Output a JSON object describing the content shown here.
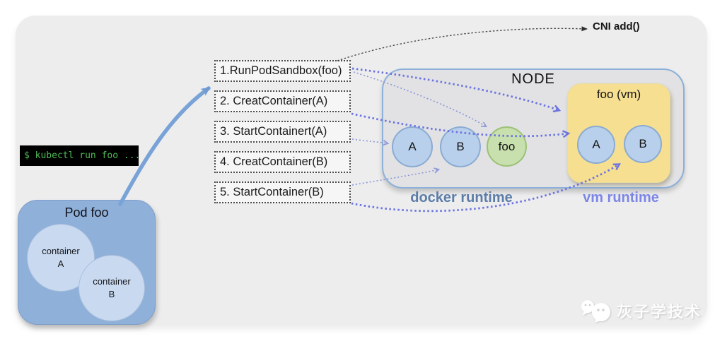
{
  "cni": {
    "label": "CNI add()"
  },
  "terminal": {
    "command": "$ kubectl run foo ...",
    "text_color": "#4fbb55",
    "bg_color": "#000000"
  },
  "steps": [
    {
      "label": "1.RunPodSandbox(foo)"
    },
    {
      "label": "2. CreatContainer(A)"
    },
    {
      "label": "3. StartContainert(A)"
    },
    {
      "label": "4. CreatContainer(B)"
    },
    {
      "label": "5. StartContainer(B)"
    }
  ],
  "pod": {
    "title": "Pod foo",
    "containers": [
      {
        "line1": "container",
        "line2": "A"
      },
      {
        "line1": "container",
        "line2": "B"
      }
    ]
  },
  "node": {
    "title": "NODE",
    "docker_containers": [
      {
        "label": "A",
        "type": "container"
      },
      {
        "label": "B",
        "type": "container"
      },
      {
        "label": "foo",
        "type": "sandbox"
      }
    ],
    "vm": {
      "title": "foo (vm)",
      "containers": [
        {
          "label": "A"
        },
        {
          "label": "B"
        }
      ]
    },
    "runtime_labels": {
      "docker": {
        "label": "docker runtime",
        "color": "#5b7da8"
      },
      "vm": {
        "label": "vm runtime",
        "color": "#7c86e6"
      }
    }
  },
  "watermark": {
    "text": "灰子学技术"
  },
  "colors": {
    "panel_bg": "#ededee",
    "node_bg": "#e2e2e4",
    "node_border": "#8cb0d9",
    "vm_box_bg": "#f6df91",
    "pod_bg": "#8fb0d9",
    "container_circle": "#b9d0ec",
    "sandbox_circle": "#c8dfae",
    "pod_inner_circle": "#c9daf0",
    "arrow_solid": "#79a3d6",
    "arrow_dotted_thick": "#6b74e0",
    "arrow_dotted_thin": "#8b96d8",
    "arrow_cni": "#4a4a4a"
  }
}
